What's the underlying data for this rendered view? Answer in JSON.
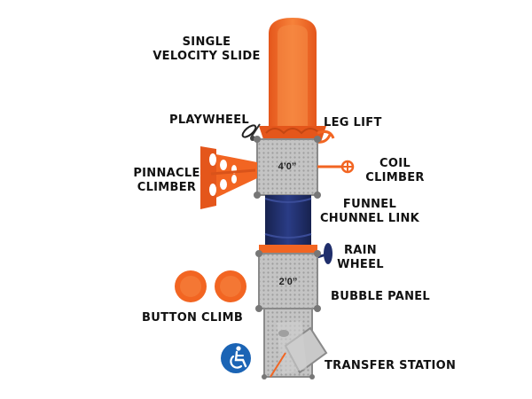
{
  "labels": {
    "single_velocity_slide": [
      "SINGLE",
      "VELOCITY SLIDE"
    ],
    "playwheel": "PLAYWHEEL",
    "leg_lift": "LEG LIFT",
    "coil_climber": [
      "COIL",
      "CLIMBER"
    ],
    "pinnacle_climber": [
      "PINNACLE",
      "CLIMBER"
    ],
    "funnel_chunnel_link": [
      "FUNNEL",
      "CHUNNEL LINK"
    ],
    "rain_wheel": [
      "RAIN",
      "WHEEL"
    ],
    "bubble_panel": "BUBBLE PANEL",
    "button_climb": "BUTTON CLIMB",
    "transfer_station": "TRANSFER STATION"
  },
  "decks": {
    "upper_height": "4’0”",
    "lower_height": "2’0”"
  },
  "icons": {
    "accessibility": "wheelchair-accessibility-icon"
  },
  "colors": {
    "orange": "#F26522",
    "orange_dark": "#D9531A",
    "navy": "#1F2E6B",
    "deck_gray": "#BEBEBE",
    "frame_gray": "#8A8A8A",
    "access_blue": "#1B64B5"
  }
}
